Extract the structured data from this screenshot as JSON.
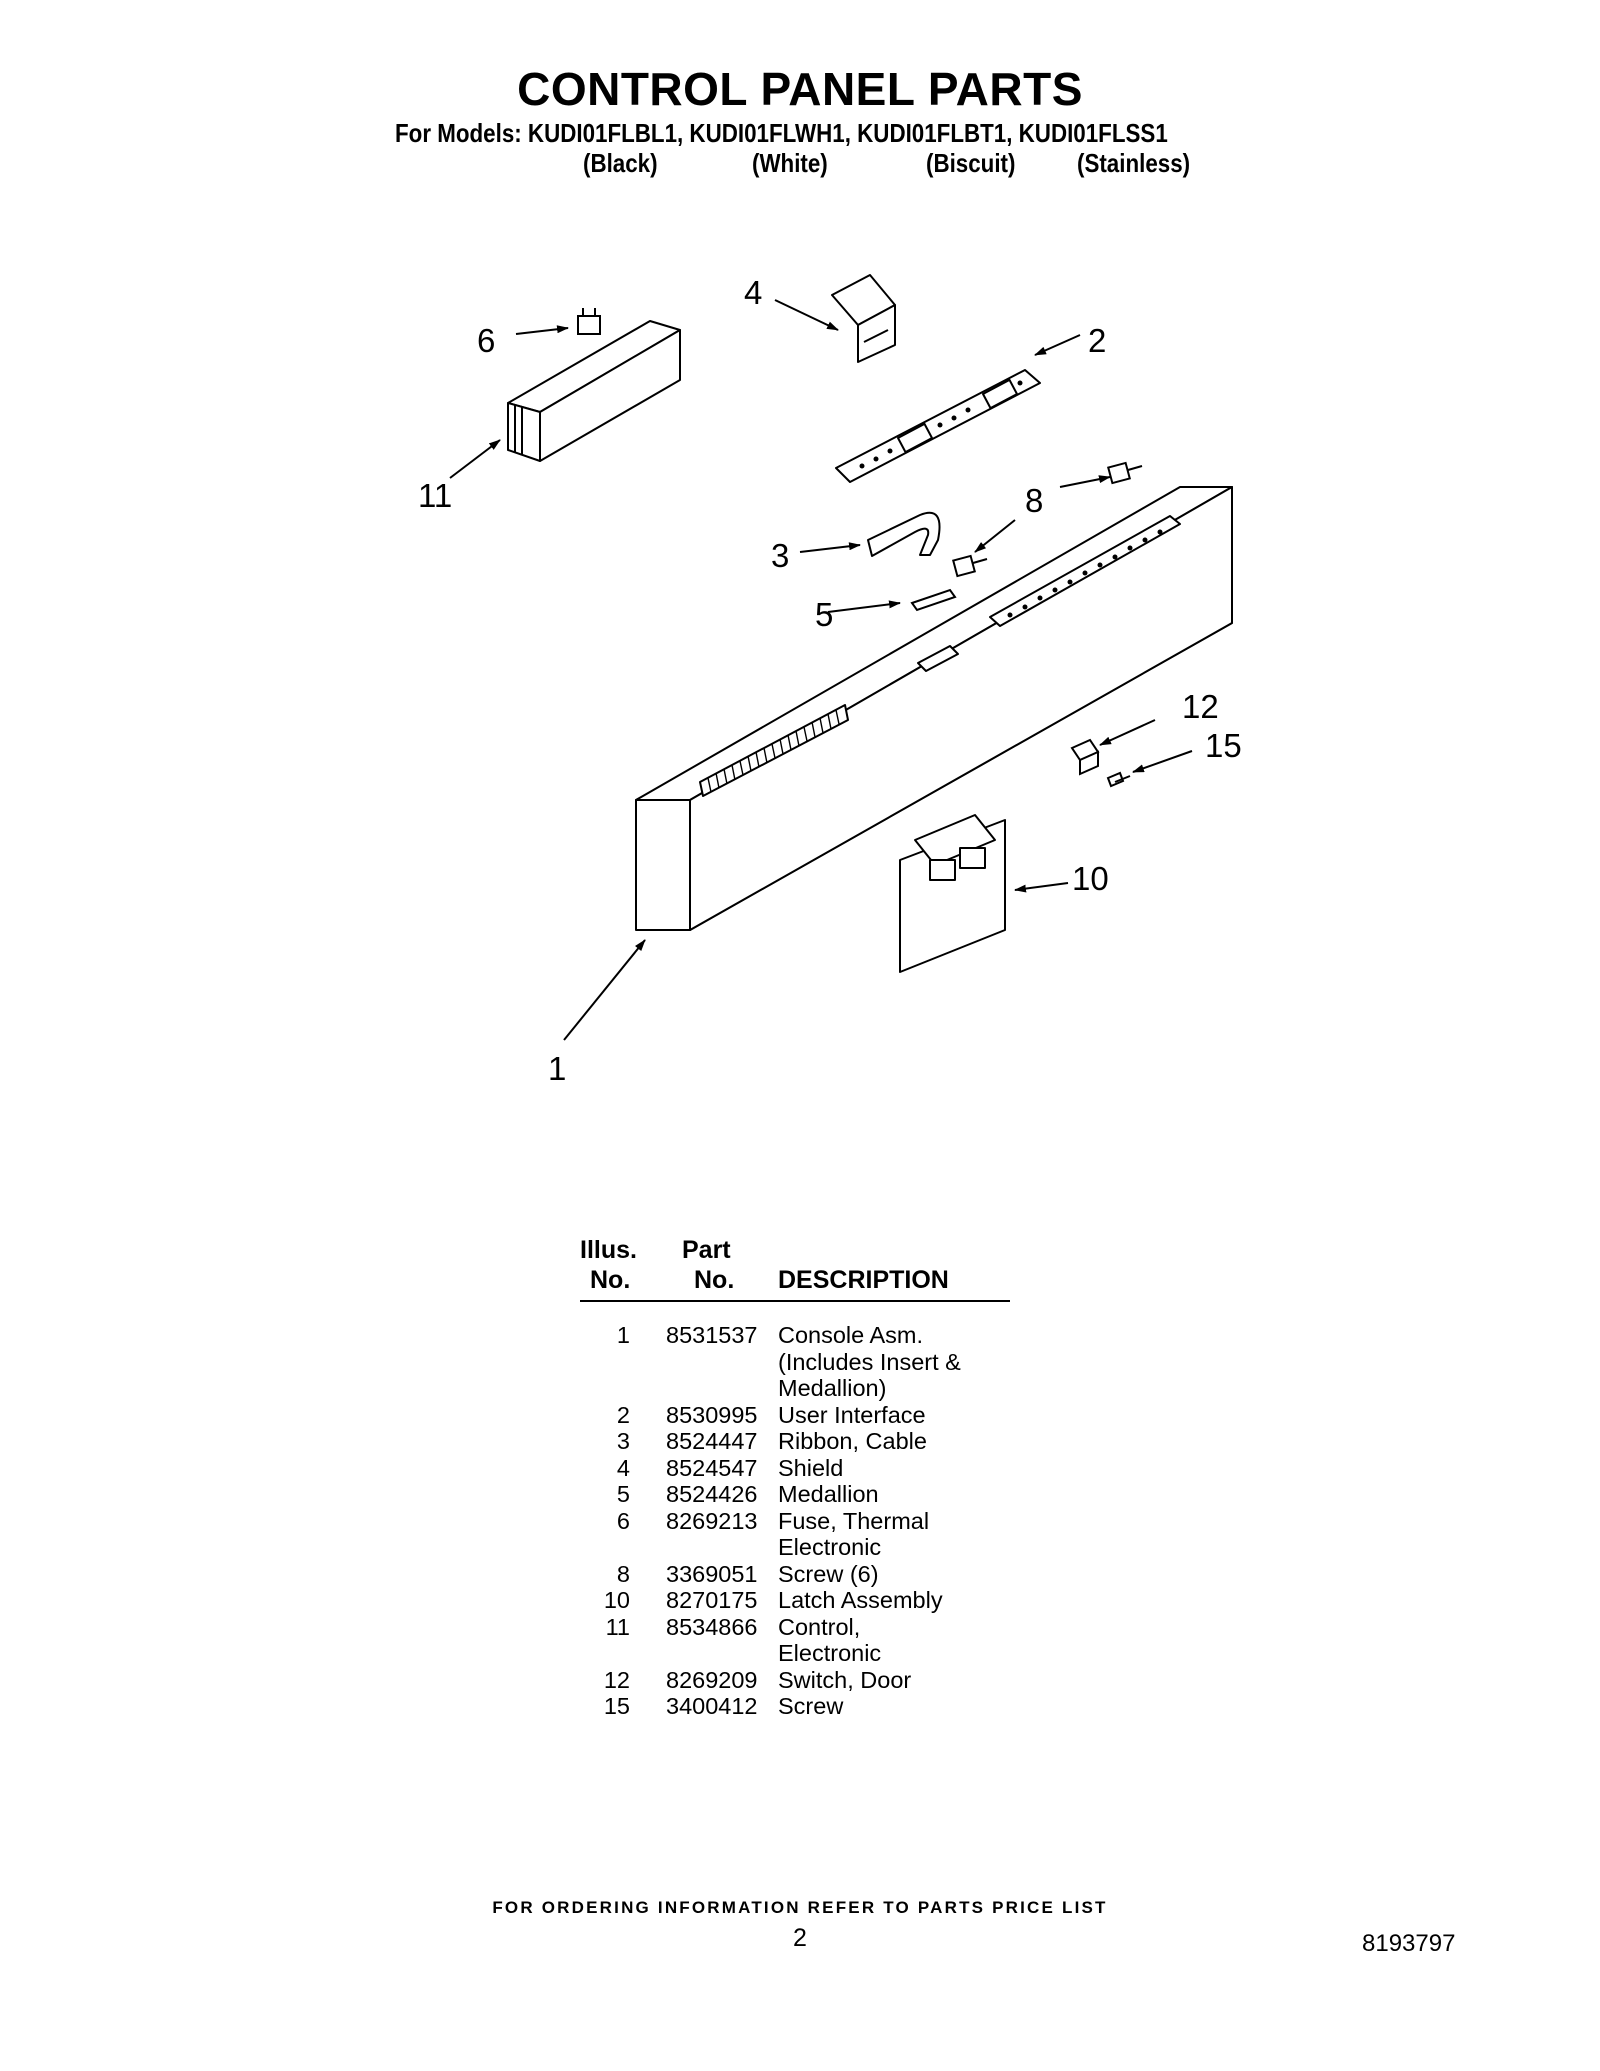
{
  "title": "CONTROL PANEL PARTS",
  "models_line": "For Models: KUDI01FLBL1, KUDI01FLWH1, KUDI01FLBT1, KUDI01FLSS1",
  "colors": [
    "(Black)",
    "(White)",
    "(Biscuit)",
    "(Stainless)"
  ],
  "callouts": [
    "1",
    "2",
    "3",
    "4",
    "5",
    "6",
    "8",
    "10",
    "11",
    "12",
    "15"
  ],
  "table": {
    "header": {
      "illus_line1": "Illus.",
      "illus_line2": "No.",
      "part_line1": "Part",
      "part_line2": "No.",
      "description": "DESCRIPTION"
    },
    "rows": [
      {
        "illus": "1",
        "part": "8531537",
        "description": "Console Asm.\n(Includes Insert &\nMedallion)"
      },
      {
        "illus": "2",
        "part": "8530995",
        "description": "User Interface"
      },
      {
        "illus": "3",
        "part": "8524447",
        "description": "Ribbon, Cable"
      },
      {
        "illus": "4",
        "part": "8524547",
        "description": "Shield"
      },
      {
        "illus": "5",
        "part": "8524426",
        "description": "Medallion"
      },
      {
        "illus": "6",
        "part": "8269213",
        "description": "Fuse, Thermal\nElectronic"
      },
      {
        "illus": "8",
        "part": "3369051",
        "description": "Screw (6)"
      },
      {
        "illus": "10",
        "part": "8270175",
        "description": "Latch Assembly"
      },
      {
        "illus": "11",
        "part": "8534866",
        "description": "Control,\nElectronic"
      },
      {
        "illus": "12",
        "part": "8269209",
        "description": "Switch, Door"
      },
      {
        "illus": "15",
        "part": "3400412",
        "description": "Screw"
      }
    ]
  },
  "footer": "FOR ORDERING INFORMATION REFER TO PARTS PRICE LIST",
  "page_number": "2",
  "doc_number": "8193797"
}
